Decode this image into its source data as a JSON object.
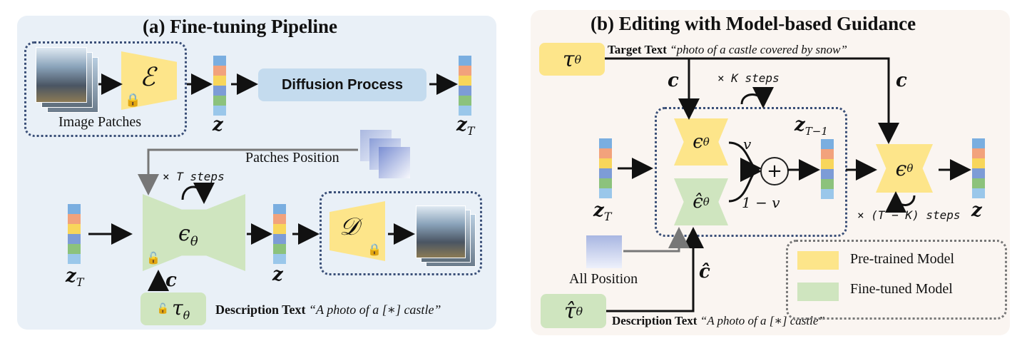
{
  "panel_a": {
    "title": "(a) Fine-tuning Pipeline",
    "image_patches_label": "Image Patches",
    "encoder_symbol": "ℰ",
    "z_label": "z",
    "diffusion_label": "Diffusion Process",
    "zT_label": "z",
    "zT_sub": "T",
    "patches_position_label": "Patches Position",
    "t_steps_label": "× T steps",
    "unet_label": "ϵ",
    "unet_sub": "θ",
    "zT_in_label": "z",
    "zT_in_sub": "T",
    "z_out_label": "z",
    "decoder_symbol": "𝒟",
    "c_label": "c",
    "tau_label": "τ",
    "tau_sub": "θ",
    "description_prefix": "Description Text",
    "description_quote": "“A photo of a [∗] castle”"
  },
  "panel_b": {
    "title": "(b) Editing with Model-based Guidance",
    "tau_label": "τ",
    "tau_sub": "θ",
    "target_prefix": "Target Text",
    "target_quote": "“photo of a castle covered by snow”",
    "c_left": "c",
    "c_right": "c",
    "k_steps_label": "× K steps",
    "eps_pre": "ϵ",
    "eps_pre_sub": "θ",
    "eps_ft": "ϵ̂",
    "eps_ft_sub": "θ",
    "v_label": "v",
    "one_minus_v": "1 − v",
    "plus": "+",
    "z_T1": "z",
    "z_T1_sub": "T−1",
    "eps_final": "ϵ",
    "eps_final_sub": "θ",
    "tk_steps_label": "× (T − K) steps",
    "zT_label": "z",
    "zT_sub": "T",
    "z_out": "z",
    "all_position": "All Position",
    "c_hat": "ĉ",
    "tau_hat": "τ̂",
    "tau_hat_sub": "θ",
    "description_prefix": "Description Text",
    "description_quote": "“A photo of a [∗] castle”",
    "legend": {
      "pretrained": "Pre-trained Model",
      "finetuned": "Fine-tuned Model"
    }
  },
  "colors": {
    "panel_a_bg": "#e9f0f7",
    "panel_b_bg": "#faf5f1",
    "yellow": "#fde58a",
    "green": "#cfe5bf",
    "blue_box": "#c4dbee",
    "dotted": "#3a4f78",
    "bar": [
      "#7aaee0",
      "#f2a27c",
      "#f8d65b",
      "#7d9cd6",
      "#8cc27c",
      "#9ac7ea"
    ]
  }
}
